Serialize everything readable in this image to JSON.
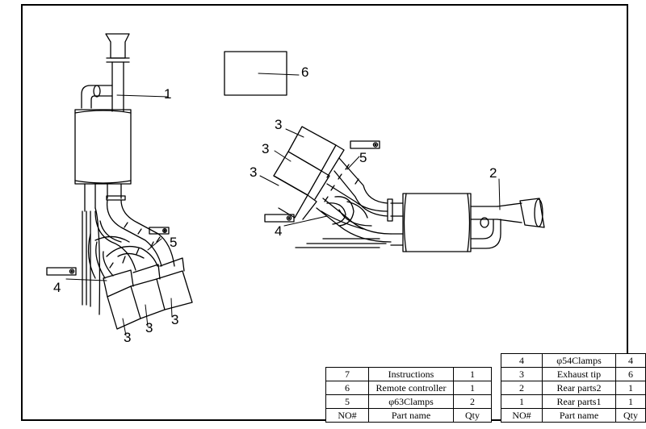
{
  "callouts": {
    "c1": "1",
    "c2": "2",
    "c3a": "3",
    "c3b": "3",
    "c3c": "3",
    "c3d": "3",
    "c3e": "3",
    "c3f": "3",
    "c4a": "4",
    "c4b": "4",
    "c5a": "5",
    "c5b": "5",
    "c6": "6"
  },
  "table_left": {
    "rows": [
      {
        "no": "7",
        "name": "Instructions",
        "qty": "1"
      },
      {
        "no": "6",
        "name": "Remote controller",
        "qty": "1"
      },
      {
        "no": "5",
        "name": "φ63Clamps",
        "qty": "2"
      }
    ],
    "header": {
      "no": "NO#",
      "name": "Part name",
      "qty": "Qty"
    }
  },
  "table_right": {
    "rows": [
      {
        "no": "4",
        "name": "φ54Clamps",
        "qty": "4"
      },
      {
        "no": "3",
        "name": "Exhaust tip",
        "qty": "6"
      },
      {
        "no": "2",
        "name": "Rear parts2",
        "qty": "1"
      },
      {
        "no": "1",
        "name": "Rear parts1",
        "qty": "1"
      }
    ],
    "header": {
      "no": "NO#",
      "name": "Part name",
      "qty": "Qty"
    }
  }
}
